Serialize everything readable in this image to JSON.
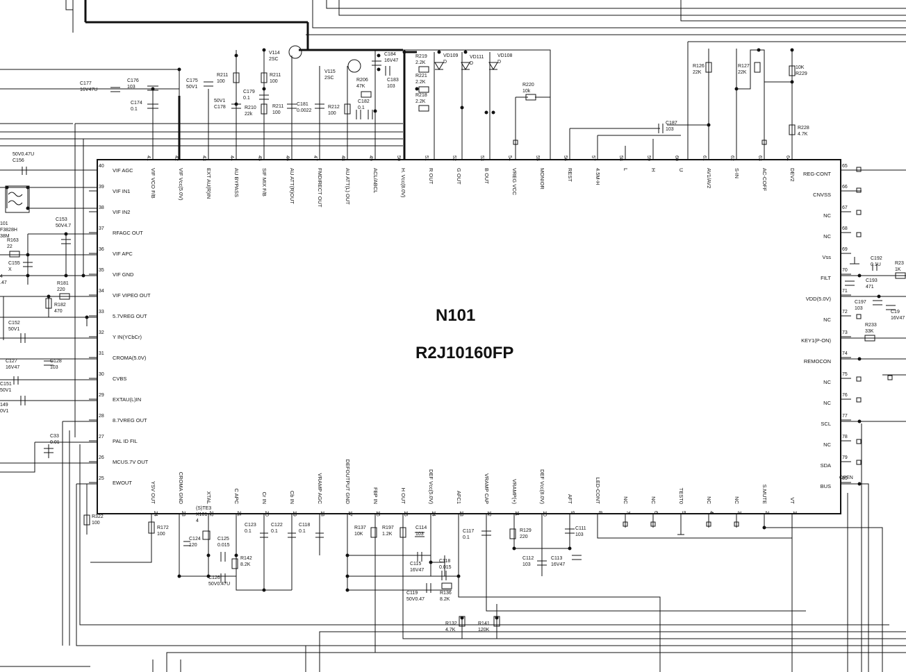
{
  "chip": {
    "ref": "N101",
    "part": "R2J10160FP"
  },
  "pins_left": [
    {
      "num": "40",
      "label": "VIF AGC"
    },
    {
      "num": "39",
      "label": "VIF IN1"
    },
    {
      "num": "38",
      "label": "VIF IN2"
    },
    {
      "num": "37",
      "label": "RFAGC OUT"
    },
    {
      "num": "36",
      "label": "VIF APC"
    },
    {
      "num": "35",
      "label": "VIF GND"
    },
    {
      "num": "34",
      "label": "VIF  VIPEO OUT"
    },
    {
      "num": "33",
      "label": "5.7VREG OUT"
    },
    {
      "num": "32",
      "label": "Y IN(YCbCr)"
    },
    {
      "num": "31",
      "label": "CROMA(5.0V)"
    },
    {
      "num": "30",
      "label": "CVBS"
    },
    {
      "num": "29",
      "label": "EXTAU(L)IN"
    },
    {
      "num": "28",
      "label": "8.7VREG OUT"
    },
    {
      "num": "27",
      "label": "PAL ID FIL"
    },
    {
      "num": "26",
      "label": "MCUS.7V OUT"
    },
    {
      "num": "25",
      "label": "EWOUT"
    }
  ],
  "pins_top": [
    {
      "num": "41",
      "label": "VIF VCO F/B"
    },
    {
      "num": "42",
      "label": "VIF Vcc(5.0V)"
    },
    {
      "num": "43",
      "label": "EXT AU(R)IN"
    },
    {
      "num": "44",
      "label": "AU BYPASS"
    },
    {
      "num": "45",
      "label": "SIF MIX F/B"
    },
    {
      "num": "46",
      "label": "AU ATT(R)OUT"
    },
    {
      "num": "47",
      "label": "FMDIRECT OUT"
    },
    {
      "num": "48",
      "label": "AU ATT(L) OUT"
    },
    {
      "num": "49",
      "label": "ACL/ABCL"
    },
    {
      "num": "50",
      "label": "H. Vcc(8.0V)"
    },
    {
      "num": "51",
      "label": "R OUT"
    },
    {
      "num": "52",
      "label": "G OUT"
    },
    {
      "num": "53",
      "label": "B OUT"
    },
    {
      "num": "54",
      "label": "VREG VCC"
    },
    {
      "num": "55",
      "label": "MONIOR"
    },
    {
      "num": "56",
      "label": "REST"
    },
    {
      "num": "57",
      "label": "4.5M-H"
    },
    {
      "num": "58",
      "label": "L"
    },
    {
      "num": "59",
      "label": "H"
    },
    {
      "num": "60",
      "label": "U"
    },
    {
      "num": "61",
      "label": "AV1/AV2"
    },
    {
      "num": "62",
      "label": "S-IN"
    },
    {
      "num": "63",
      "label": "AC-COFF"
    },
    {
      "num": "64",
      "label": "DEV2"
    }
  ],
  "pins_right": [
    {
      "num": "65",
      "label": "REG-CONT"
    },
    {
      "num": "66",
      "label": "CNVSS"
    },
    {
      "num": "67",
      "label": "NC"
    },
    {
      "num": "68",
      "label": "NC"
    },
    {
      "num": "69",
      "label": "Vss"
    },
    {
      "num": "70",
      "label": "FILT"
    },
    {
      "num": "71",
      "label": "VDD(5.0V)"
    },
    {
      "num": "72",
      "label": "NC"
    },
    {
      "num": "73",
      "label": "KEY1(P-ON)"
    },
    {
      "num": "74",
      "label": "REMOCON"
    },
    {
      "num": "75",
      "label": "NC"
    },
    {
      "num": "76",
      "label": "NC"
    },
    {
      "num": "77",
      "label": "SCL"
    },
    {
      "num": "78",
      "label": "NC"
    },
    {
      "num": "79",
      "label": "SDA"
    },
    {
      "num": "80",
      "label": "BUS"
    }
  ],
  "pins_bottom": [
    {
      "num": "24",
      "label": "YSV OUT"
    },
    {
      "num": "23",
      "label": "CROMA GND"
    },
    {
      "num": "22",
      "label": "XTAL"
    },
    {
      "num": "21",
      "label": "C APC"
    },
    {
      "num": "20",
      "label": "Cr IN"
    },
    {
      "num": "19",
      "label": "Cb IN"
    },
    {
      "num": "18",
      "label": "VRAMP AGC"
    },
    {
      "num": "17",
      "label": "DEFOUTPUT GND"
    },
    {
      "num": "16",
      "label": "FBP IN"
    },
    {
      "num": "15",
      "label": "H OUT"
    },
    {
      "num": "14",
      "label": "DEF Vcc(5.0V)"
    },
    {
      "num": "13",
      "label": "AFC1"
    },
    {
      "num": "12",
      "label": "VRAMP CAP"
    },
    {
      "num": "11",
      "label": "VRAMP(+)"
    },
    {
      "num": "10",
      "label": "DEF Vcc(8.0V)"
    },
    {
      "num": "9",
      "label": "AFT"
    },
    {
      "num": "8",
      "label": "LED-CONT"
    },
    {
      "num": "7",
      "label": "NC"
    },
    {
      "num": "6",
      "label": "NC"
    },
    {
      "num": "5",
      "label": "TEST0"
    },
    {
      "num": "4",
      "label": "NC"
    },
    {
      "num": "3",
      "label": "NC"
    },
    {
      "num": "2",
      "label": "S.MUTE"
    },
    {
      "num": "1",
      "label": "VT"
    }
  ],
  "components": [
    {
      "id": "c177",
      "lines": [
        "C177",
        "16V47U"
      ]
    },
    {
      "id": "c176",
      "lines": [
        "C176",
        "103"
      ]
    },
    {
      "id": "c174",
      "lines": [
        "C174",
        "0.1"
      ]
    },
    {
      "id": "c175",
      "lines": [
        "C175",
        "50V1"
      ]
    },
    {
      "id": "r211a",
      "lines": [
        "R211",
        "100"
      ]
    },
    {
      "id": "c178",
      "lines": [
        "50V1",
        "C178"
      ]
    },
    {
      "id": "v114",
      "lines": [
        "V114",
        "2SC"
      ]
    },
    {
      "id": "r211b",
      "lines": [
        "R211",
        "100"
      ]
    },
    {
      "id": "c179",
      "lines": [
        "C179",
        "0.1"
      ]
    },
    {
      "id": "r210",
      "lines": [
        "R210",
        "22k"
      ]
    },
    {
      "id": "r211c",
      "lines": [
        "R211",
        "100"
      ]
    },
    {
      "id": "c181",
      "lines": [
        "C181",
        "0.0022"
      ]
    },
    {
      "id": "r212",
      "lines": [
        "R212",
        "100"
      ]
    },
    {
      "id": "v115",
      "lines": [
        "V115",
        "2SC"
      ]
    },
    {
      "id": "r206",
      "lines": [
        "R206",
        "47K"
      ]
    },
    {
      "id": "c182",
      "lines": [
        "C182",
        "0.1"
      ]
    },
    {
      "id": "c184",
      "lines": [
        "C184",
        "16V47"
      ]
    },
    {
      "id": "c183",
      "lines": [
        "C183",
        "103"
      ]
    },
    {
      "id": "r219",
      "lines": [
        "R219",
        "2.2K"
      ]
    },
    {
      "id": "r221",
      "lines": [
        "R221",
        "2.2K"
      ]
    },
    {
      "id": "r218",
      "lines": [
        "R218",
        "2.2K"
      ]
    },
    {
      "id": "vd109",
      "lines": [
        "VD109",
        "D"
      ]
    },
    {
      "id": "vd111",
      "lines": [
        "VD111",
        "D"
      ]
    },
    {
      "id": "vd108",
      "lines": [
        "VD108",
        "D"
      ]
    },
    {
      "id": "r220",
      "lines": [
        "R220",
        "10k"
      ]
    },
    {
      "id": "c187",
      "lines": [
        "C187",
        "103"
      ]
    },
    {
      "id": "r126",
      "lines": [
        "R126",
        "22K"
      ]
    },
    {
      "id": "r127",
      "lines": [
        "R127",
        "22K"
      ]
    },
    {
      "id": "r229",
      "lines": [
        "10K",
        "R229"
      ]
    },
    {
      "id": "r228",
      "lines": [
        "R228",
        "4.7K"
      ]
    },
    {
      "id": "c156",
      "lines": [
        "50V0.47U",
        "C156"
      ]
    },
    {
      "id": "z101",
      "lines": [
        "101",
        "F3828H",
        "38M"
      ]
    },
    {
      "id": "c153",
      "lines": [
        "C153",
        "50V4.7"
      ]
    },
    {
      "id": "r163",
      "lines": [
        "R163",
        "22"
      ]
    },
    {
      "id": "c155",
      "lines": [
        "C155",
        "X"
      ]
    },
    {
      "id": "r181",
      "lines": [
        "R181",
        "220"
      ]
    },
    {
      "id": "r182",
      "lines": [
        "R182",
        "470"
      ]
    },
    {
      "id": "c152",
      "lines": [
        "C152",
        "50V1"
      ]
    },
    {
      "id": "c127",
      "lines": [
        "C127",
        "16V47"
      ]
    },
    {
      "id": "c128",
      "lines": [
        "C128",
        "103"
      ]
    },
    {
      "id": "c151",
      "lines": [
        "C151",
        "50V1"
      ]
    },
    {
      "id": "c149",
      "lines": [
        "149",
        "0V1"
      ]
    },
    {
      "id": "c33",
      "lines": [
        "C33",
        "0.01"
      ]
    },
    {
      "id": "r322",
      "lines": [
        "R322",
        "100"
      ]
    },
    {
      "id": "r172",
      "lines": [
        "R172",
        "100"
      ]
    },
    {
      "id": "x101",
      "lines": [
        "(S)TE3",
        "X101",
        "4"
      ]
    },
    {
      "id": "c124",
      "lines": [
        "C124",
        "120"
      ]
    },
    {
      "id": "c125",
      "lines": [
        "C125",
        "0.015"
      ]
    },
    {
      "id": "c126",
      "lines": [
        "C126",
        "50V0.47U"
      ]
    },
    {
      "id": "r142",
      "lines": [
        "R142",
        "8.2K"
      ]
    },
    {
      "id": "c123",
      "lines": [
        "C123",
        "0.1"
      ]
    },
    {
      "id": "c122",
      "lines": [
        "C122",
        "0.1"
      ]
    },
    {
      "id": "c118b",
      "lines": [
        "C118",
        "0.1"
      ]
    },
    {
      "id": "r137",
      "lines": [
        "R137",
        "10K"
      ]
    },
    {
      "id": "r197",
      "lines": [
        "R197",
        "1.2K"
      ]
    },
    {
      "id": "c114",
      "lines": [
        "C114",
        "103"
      ]
    },
    {
      "id": "c115",
      "lines": [
        "C115",
        "16V47"
      ]
    },
    {
      "id": "c118",
      "lines": [
        "C118",
        "0.015"
      ]
    },
    {
      "id": "c119",
      "lines": [
        "C119",
        "50V0.47"
      ]
    },
    {
      "id": "r136",
      "lines": [
        "R136",
        "8.2K"
      ]
    },
    {
      "id": "c117",
      "lines": [
        "C117",
        "0.1"
      ]
    },
    {
      "id": "r129",
      "lines": [
        "R129",
        "220"
      ]
    },
    {
      "id": "c112",
      "lines": [
        "C112",
        "103"
      ]
    },
    {
      "id": "c113",
      "lines": [
        "C113",
        "16V47"
      ]
    },
    {
      "id": "c111",
      "lines": [
        "C111",
        "103"
      ]
    },
    {
      "id": "r132",
      "lines": [
        "R132",
        "4.7K"
      ]
    },
    {
      "id": "r141",
      "lines": [
        "R141",
        "120K"
      ]
    },
    {
      "id": "c192",
      "lines": [
        "C192",
        "0.1U"
      ]
    },
    {
      "id": "r23",
      "lines": [
        "R23",
        "1K"
      ]
    },
    {
      "id": "c193",
      "lines": [
        "C193",
        "471"
      ]
    },
    {
      "id": "c197",
      "lines": [
        "C197",
        "103"
      ]
    },
    {
      "id": "c19",
      "lines": [
        "C19",
        "16V47"
      ]
    },
    {
      "id": "r233",
      "lines": [
        "R233",
        "33K"
      ]
    },
    {
      "id": "open",
      "lines": [
        "OPEN"
      ]
    },
    {
      "id": "left34",
      "lines": [
        "4",
        ".47"
      ]
    }
  ]
}
